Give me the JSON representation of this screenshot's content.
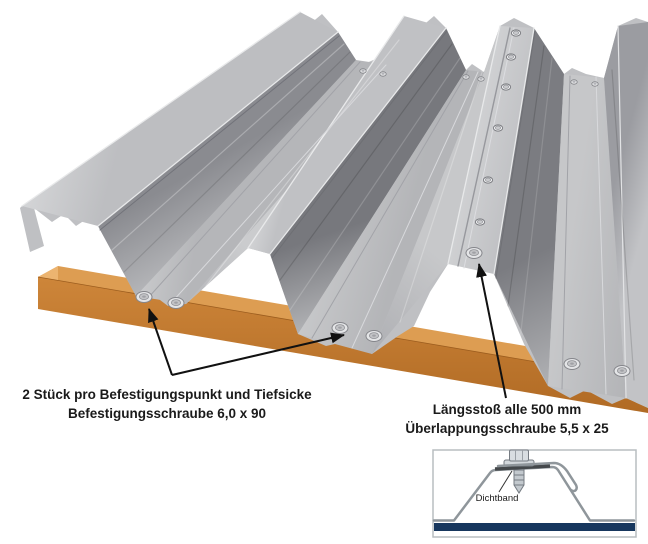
{
  "diagram_title": "",
  "annotations": {
    "fastening": {
      "line1": "2 Stück pro Befestigungspunkt und Tiefsicke",
      "line2": "Befestigungsschraube 6,0 x 90"
    },
    "seam": {
      "line1": "Längsstoß alle 500 mm",
      "line2": "Überlappungsschraube 5,5 x 25"
    }
  },
  "inset": {
    "label": "Dichtband"
  },
  "components": {
    "sheet": "trapezoidal-profile-sheet",
    "support": "timber-purlin",
    "valley_screw_count": 6,
    "seam_screw_count": 7
  },
  "colors": {
    "text": "#1a1a1a",
    "arrow": "#111111",
    "metal_light": "#cbccce",
    "metal_dark": "#7b7c81",
    "beam_top": "#dd9d52",
    "beam_front": "#c57a30",
    "beam_end": "#ecb470",
    "seal_bar": "#17375e",
    "inset_stroke": "#8f969b",
    "inset_border": "#b8bdc1"
  }
}
